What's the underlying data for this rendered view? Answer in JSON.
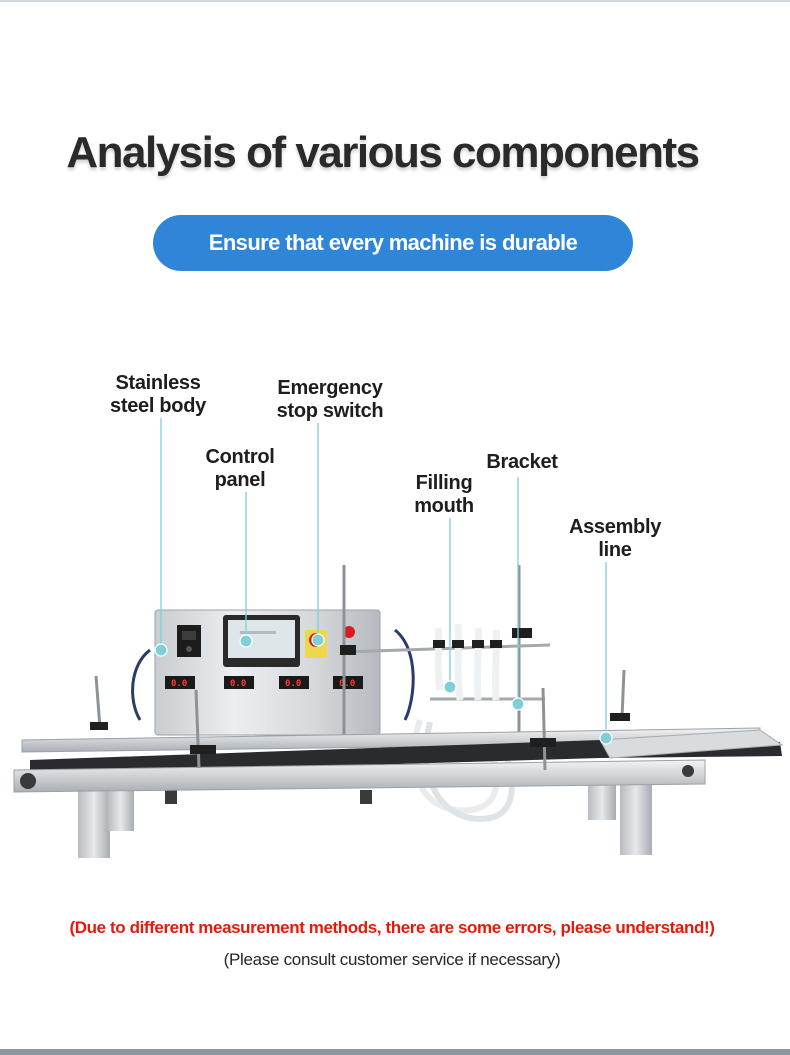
{
  "heading": "Analysis of various components",
  "banner": "Ensure that every machine is durable",
  "callouts": [
    {
      "id": "stainless-steel-body",
      "line1": "Stainless",
      "line2": "steel body"
    },
    {
      "id": "emergency-stop-switch",
      "line1": "Emergency",
      "line2": "stop switch"
    },
    {
      "id": "control-panel",
      "line1": "Control",
      "line2": "panel"
    },
    {
      "id": "filling-mouth",
      "line1": "Filling",
      "line2": "mouth"
    },
    {
      "id": "bracket",
      "line1": "Bracket",
      "line2": ""
    },
    {
      "id": "assembly-line",
      "line1": "Assembly",
      "line2": "line"
    }
  ],
  "display_readouts": [
    "0.0",
    "0.0",
    "0.0",
    "0.0"
  ],
  "notes": {
    "warning": "(Due to different measurement methods, there are some errors, please understand!)",
    "service": "(Please consult customer service if necessary)"
  },
  "colors": {
    "banner_blue": "#2f86d8",
    "marker_teal": "#7fd0d6",
    "warning_red": "#e8180c"
  }
}
